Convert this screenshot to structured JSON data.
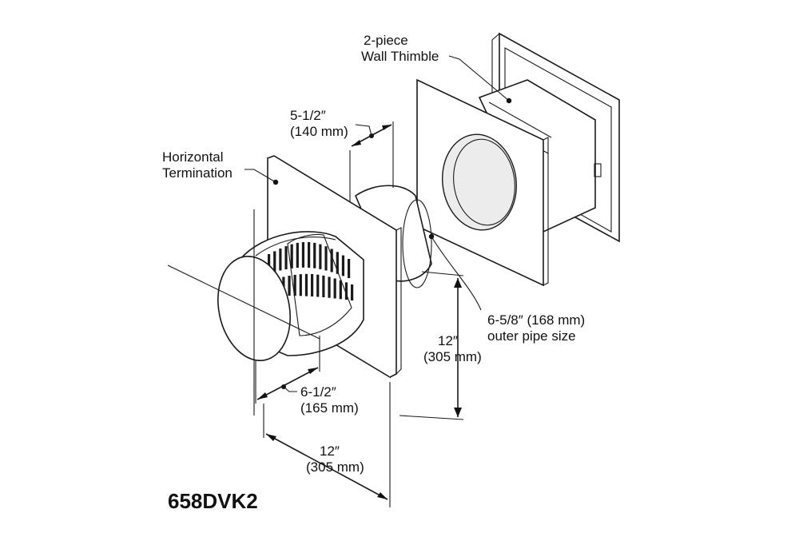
{
  "labels": {
    "thimble_line1": "2-piece",
    "thimble_line2": "Wall Thimble",
    "depth_line1": "5-1/2″",
    "depth_line2": "(140 mm)",
    "termination_line1": "Horizontal",
    "termination_line2": "Termination",
    "pipe_line1": "6-5/8″ (168 mm)",
    "pipe_line2": "outer pipe size",
    "height_line1": "12″",
    "height_line2": "(305 mm)",
    "cap_line1": "6-1/2″",
    "cap_line2": "(165 mm)",
    "width_line1": "12″",
    "width_line2": "(305 mm)",
    "model": "658DVK2"
  },
  "colors": {
    "line": "#1a1a1a",
    "shade": "#ececec",
    "background": "#ffffff"
  }
}
